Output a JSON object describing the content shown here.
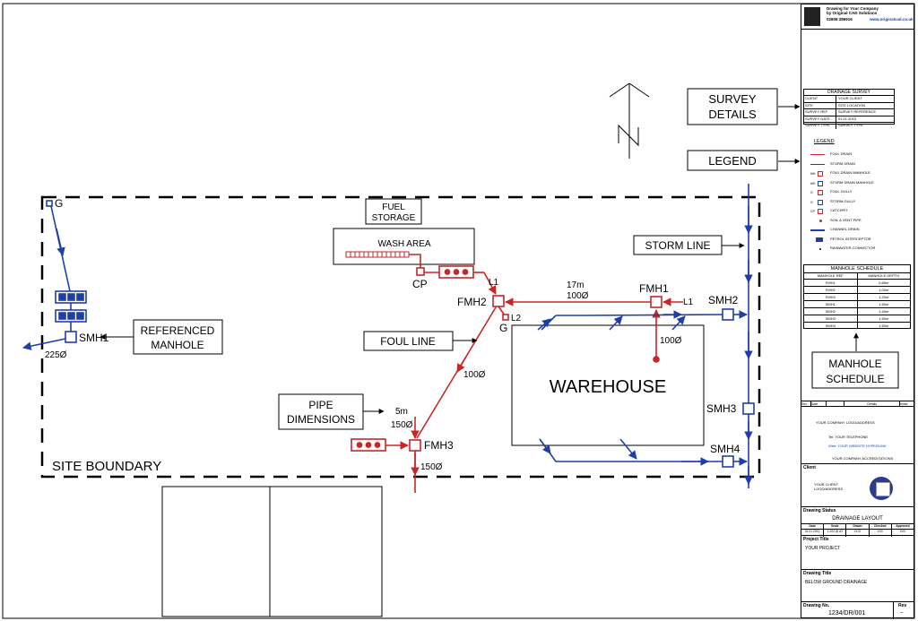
{
  "labels": {
    "fuel_storage": [
      "FUEL",
      "STORAGE"
    ],
    "wash_area": "WASH AREA",
    "cp": "CP",
    "l1_top": "L1",
    "fmh2": "FMH2",
    "fmh1": "FMH1",
    "l1_right": "L1",
    "smh2": "SMH2",
    "l2": "L2",
    "g_mid": "G",
    "pipe_17m": "17m",
    "pipe_100_top": "100Ø",
    "pipe_100_right": "100Ø",
    "pipe_100_diag": "100Ø",
    "storm_line": "STORM LINE",
    "foul_line": "FOUL LINE",
    "referenced_manhole": [
      "REFERENCED",
      "MANHOLE"
    ],
    "smh1": "SMH1",
    "pipe_225": "225Ø",
    "g_top": "G",
    "pipe_dimensions": [
      "PIPE",
      "DIMENSIONS"
    ],
    "pipe_5m": "5m",
    "pipe_150_a": "150Ø",
    "pipe_150_b": "150Ø",
    "fmh3": "FMH3",
    "warehouse": "WAREHOUSE",
    "smh3": "SMH3",
    "smh4": "SMH4",
    "site_boundary": "SITE BOUNDARY",
    "survey_details": [
      "SURVEY",
      "DETAILS"
    ],
    "legend": "LEGEND",
    "manhole_schedule": [
      "MANHOLE",
      "SCHEDULE"
    ]
  },
  "title_block": {
    "company_line1": "Drawing for Your Company",
    "company_line2": "by Original CAD Solutions",
    "phone": "02808 286916",
    "web": "www.originalcad.co.uk",
    "survey_heading": "DRAINAGE SURVEY",
    "survey_rows": [
      [
        "CLIENT",
        "YOUR CLIENT"
      ],
      [
        "SITE",
        "SITE LOCATION"
      ],
      [
        "SURVEY REF",
        "SURVEY REFERENCE"
      ],
      [
        "SURVEY DATE",
        "01.01.2013"
      ],
      [
        "SURVEY TYPE",
        "SURVEY TYPE"
      ]
    ],
    "legend_heading": "LEGEND",
    "legend_items": [
      {
        "sym": "",
        "label": "FOUL DRAIN"
      },
      {
        "sym": "",
        "label": "STORM DRAIN"
      },
      {
        "sym": "MH",
        "label": "FOUL DRAIN MANHOLE"
      },
      {
        "sym": "MH",
        "label": "STORM DRAIN MANHOLE"
      },
      {
        "sym": "G",
        "label": "FOUL GULLY"
      },
      {
        "sym": "G",
        "label": "STORM GULLY"
      },
      {
        "sym": "CP",
        "label": "CATCHPIT"
      },
      {
        "sym": "",
        "label": "SOIL & VENT PIPE"
      },
      {
        "sym": "",
        "label": "CHANNEL DRAIN"
      },
      {
        "sym": "",
        "label": "PETROL INTERCEPTOR"
      },
      {
        "sym": "",
        "label": "RAINWATER CONNECTOR"
      }
    ],
    "schedule_heading": "MANHOLE SCHEDULE",
    "schedule_cols": [
      "MANHOLE REF",
      "MANHOLE DEPTH"
    ],
    "schedule_rows": [
      [
        "FMH1",
        "0.85m"
      ],
      [
        "FMH2",
        "1.00m"
      ],
      [
        "FMH3",
        "1.20m"
      ],
      [
        "SMH1",
        "1.50m"
      ],
      [
        "SMH2",
        "1.40m"
      ],
      [
        "SMH3",
        "1.50m"
      ],
      [
        "SMH4",
        "1.50m"
      ]
    ],
    "rev_cols": [
      "Rev",
      "Date",
      "",
      "Details",
      "Initial"
    ],
    "company_block": [
      "YOUR COMPANY LOGO/ADDRESS",
      "Tel: YOUR TELEPHONE",
      "Web: YOUR WEBSITE HYPERLINK",
      "YOUR COMPANY ACCREDITATIONS"
    ],
    "client_label": "Client",
    "client_value": [
      "YOUR CLIENT",
      "LOGO/ADDRESS"
    ],
    "status_label": "Drawing Status",
    "status_value": "DRAINAGE LAYOUT",
    "meta_cols": [
      "Date",
      "Scale",
      "Drawn",
      "Checked",
      "Approved"
    ],
    "meta_vals": [
      "01.01.2013",
      "1:200 @ A3",
      "OCS",
      "XXX",
      "XXX"
    ],
    "project_label": "Project Title",
    "project_value": "YOUR PROJECT",
    "title_label": "Drawing Title",
    "title_value": "BELOW GROUND DRAINAGE",
    "number_label": "Drawing No.",
    "number_value": "1234/DR/001",
    "rev_label": "Rev",
    "rev_value": "–"
  },
  "colors": {
    "foul": "#c62828",
    "storm": "#1f3fa8",
    "line": "#000000"
  }
}
